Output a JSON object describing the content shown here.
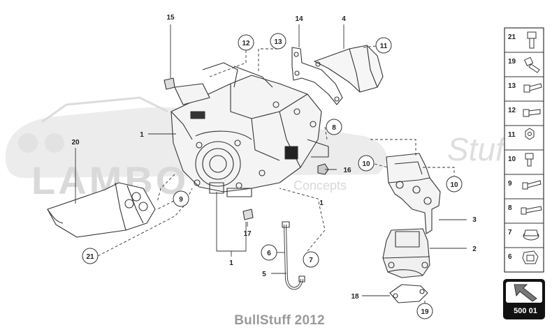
{
  "diagram": {
    "callouts": [
      {
        "id": "c15",
        "label": "15",
        "circle": false
      },
      {
        "id": "c12",
        "label": "12",
        "circle": true
      },
      {
        "id": "c13",
        "label": "13",
        "circle": true
      },
      {
        "id": "c14",
        "label": "14",
        "circle": false
      },
      {
        "id": "c4",
        "label": "4",
        "circle": false
      },
      {
        "id": "c11",
        "label": "11",
        "circle": true
      },
      {
        "id": "c1a",
        "label": "1",
        "circle": false
      },
      {
        "id": "c8",
        "label": "8",
        "circle": true
      },
      {
        "id": "c20",
        "label": "20",
        "circle": false
      },
      {
        "id": "c16",
        "label": "16",
        "circle": false
      },
      {
        "id": "c10a",
        "label": "10",
        "circle": true
      },
      {
        "id": "c10b",
        "label": "10",
        "circle": true
      },
      {
        "id": "c9",
        "label": "9",
        "circle": true
      },
      {
        "id": "c1b",
        "label": "1",
        "circle": false
      },
      {
        "id": "c3",
        "label": "3",
        "circle": false
      },
      {
        "id": "c17",
        "label": "17",
        "circle": false
      },
      {
        "id": "c6",
        "label": "6",
        "circle": true
      },
      {
        "id": "c2",
        "label": "2",
        "circle": false
      },
      {
        "id": "c21",
        "label": "21",
        "circle": true
      },
      {
        "id": "c1c",
        "label": "1",
        "circle": false
      },
      {
        "id": "c7",
        "label": "7",
        "circle": true
      },
      {
        "id": "c5",
        "label": "5",
        "circle": false
      },
      {
        "id": "c18",
        "label": "18",
        "circle": false
      },
      {
        "id": "c19",
        "label": "19",
        "circle": true
      }
    ],
    "legend": [
      {
        "label": "21",
        "icon": "bolt-icon"
      },
      {
        "label": "19",
        "icon": "bolt-icon"
      },
      {
        "label": "13",
        "icon": "bolt-icon"
      },
      {
        "label": "12",
        "icon": "bolt-icon"
      },
      {
        "label": "11",
        "icon": "nut-icon"
      },
      {
        "label": "10",
        "icon": "bolt-icon"
      },
      {
        "label": "9",
        "icon": "bolt-icon"
      },
      {
        "label": "8",
        "icon": "bolt-icon"
      },
      {
        "label": "7",
        "icon": "clip-icon"
      },
      {
        "label": "6",
        "icon": "clip-icon"
      }
    ],
    "diagram_code": "500 01",
    "watermark": {
      "brand": "LAMBO",
      "suffix": "Stuff",
      "concepts": "Concepts"
    }
  },
  "footer": {
    "credit": "BullStuff 2012"
  },
  "colors": {
    "line": "#333333",
    "watermark": "#d6d6d6",
    "box": "#111111",
    "footer": "#9a9a9a"
  }
}
